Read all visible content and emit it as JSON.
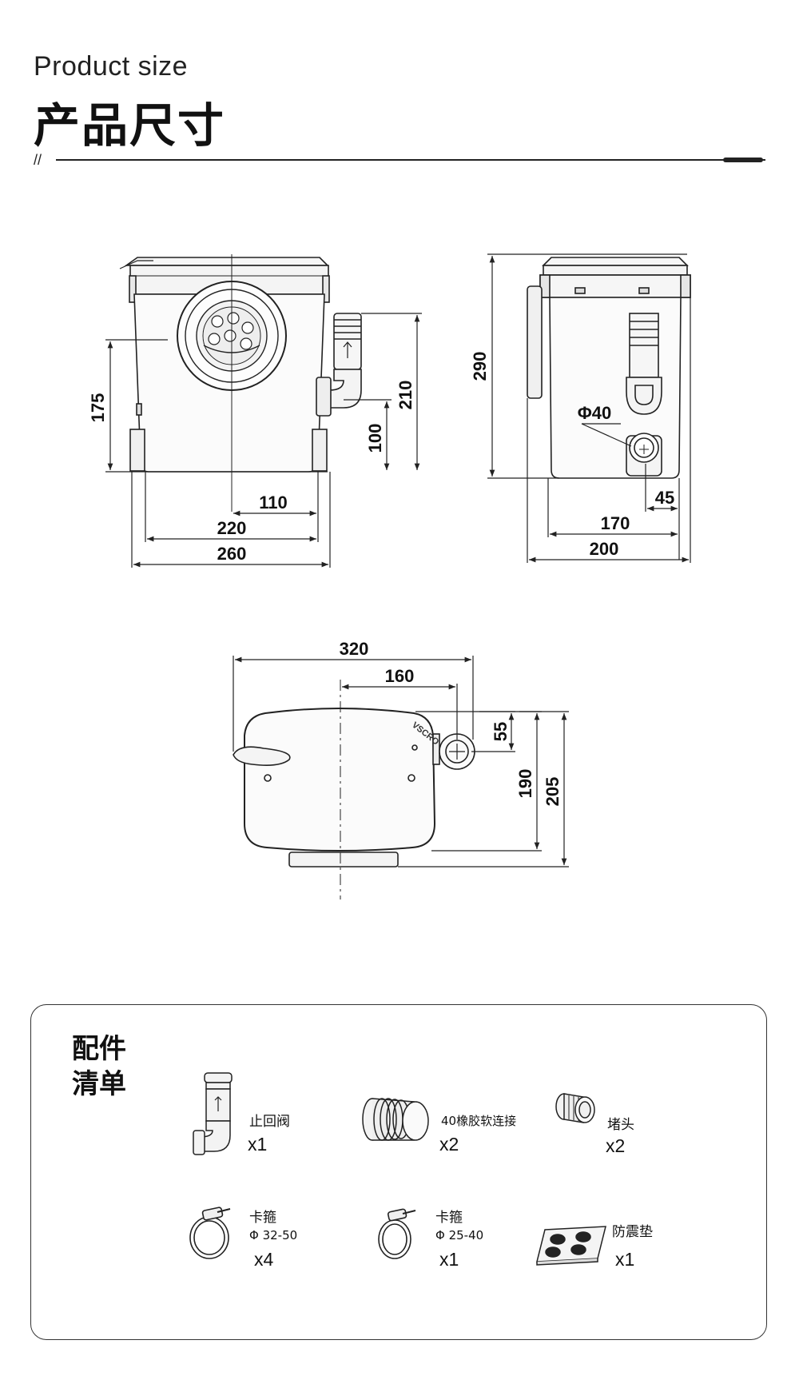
{
  "header": {
    "title_en": "Product size",
    "title_cn": "产品尺寸",
    "slash": "//"
  },
  "drawing": {
    "front_view": {
      "dims": [
        "175",
        "210",
        "100",
        "110",
        "220",
        "260"
      ]
    },
    "side_view": {
      "dims": [
        "290",
        "Φ40",
        "45",
        "170",
        "200"
      ]
    },
    "top_view": {
      "dims": [
        "320",
        "160",
        "55",
        "190",
        "205"
      ],
      "brand_mark": "VSCRO"
    }
  },
  "accessories": {
    "title": "配件清单",
    "items": [
      {
        "name": "止回阀",
        "spec": "",
        "qty": "x1",
        "icon": "check-valve-icon"
      },
      {
        "name": "40橡胶软连接",
        "spec": "",
        "qty": "x2",
        "icon": "rubber-connector-icon"
      },
      {
        "name": "堵头",
        "spec": "",
        "qty": "x2",
        "icon": "plug-icon"
      },
      {
        "name": "卡箍",
        "spec": "Φ 32-50",
        "qty": "x4",
        "icon": "hose-clamp-icon"
      },
      {
        "name": "卡箍",
        "spec": "Φ 25-40",
        "qty": "x1",
        "icon": "hose-clamp-icon"
      },
      {
        "name": "防震垫",
        "spec": "",
        "qty": "x1",
        "icon": "anti-vibration-pad-icon"
      }
    ]
  }
}
